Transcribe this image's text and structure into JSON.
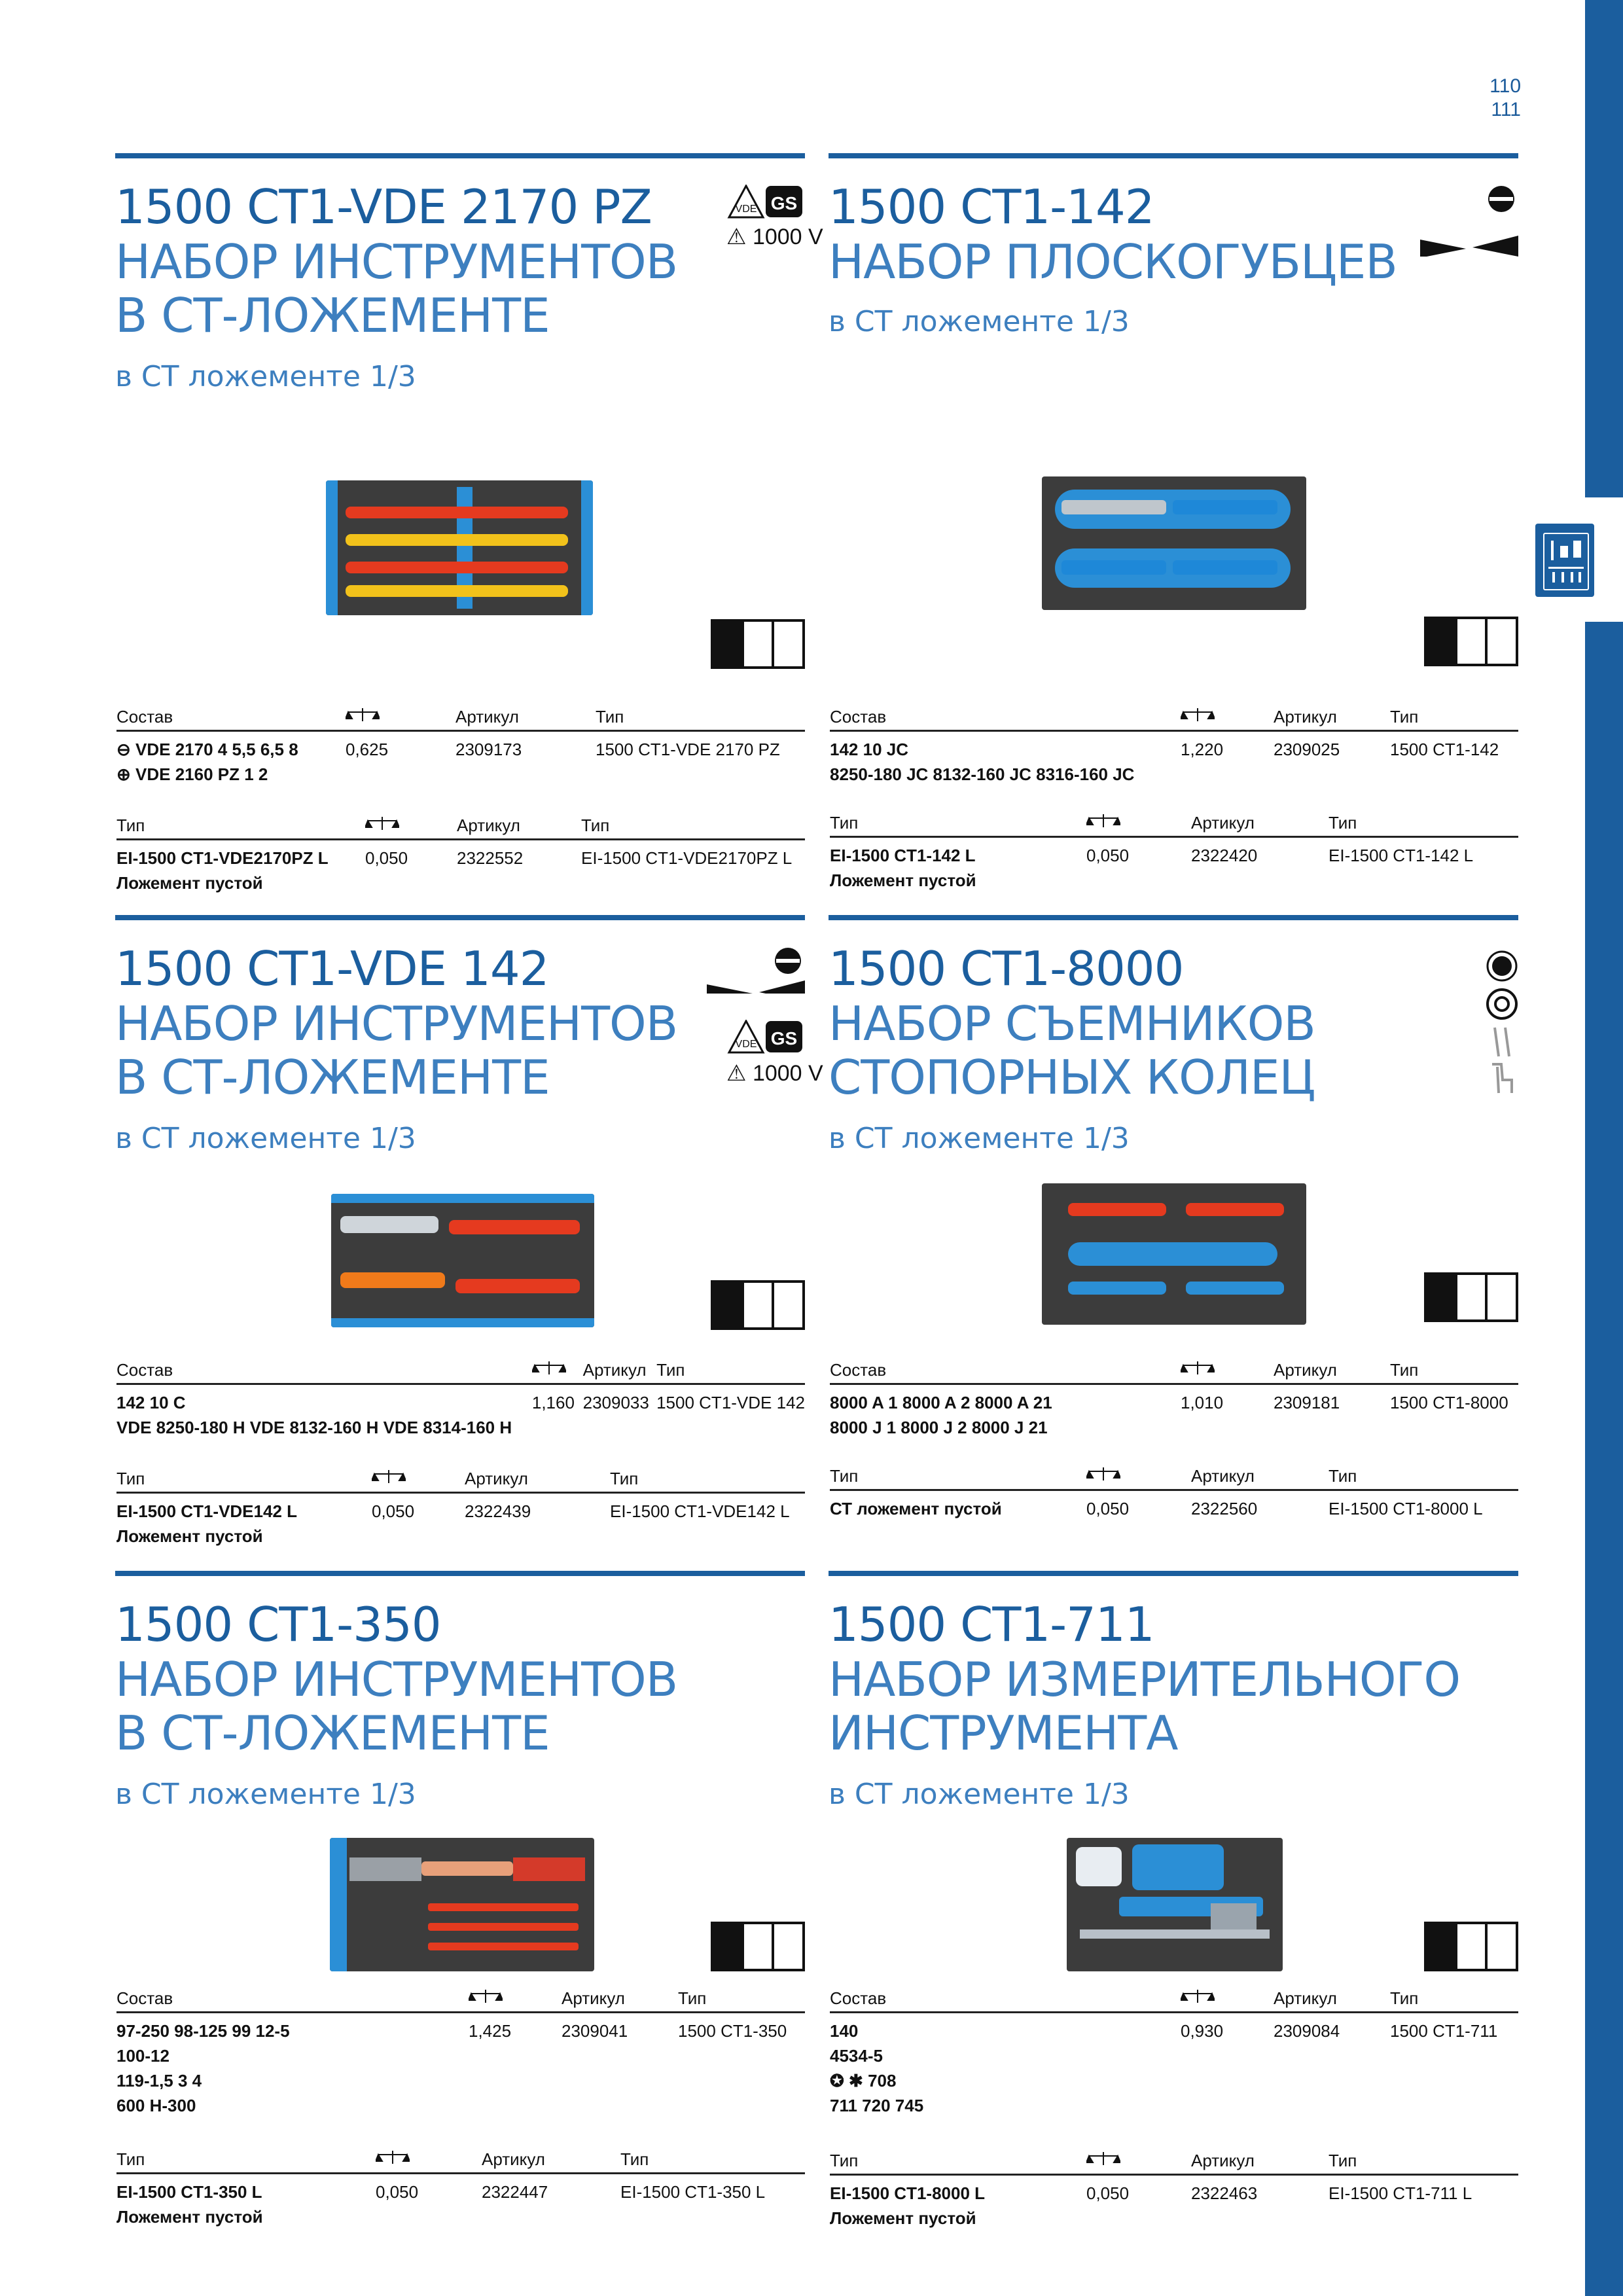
{
  "page": {
    "left_number": "110",
    "right_number": "111"
  },
  "blocks": [
    {
      "code": "1500 CT1-VDE 2170 PZ",
      "title_lines": [
        "НАБОР ИНСТРУМЕНТОВ",
        "В СТ-ЛОЖЕМЕНТЕ"
      ],
      "subtitle": "в СТ ложементе 1/3",
      "voltage": "1000 V",
      "set_table": {
        "headers": [
          "Состав",
          "",
          "Артикул",
          "Тип"
        ],
        "rows": [
          {
            "content": [
              "VDE 2170 4 5,5 6,5 8",
              "VDE 2160 PZ 1 2"
            ],
            "weight": "0,625",
            "article": "2309173",
            "type": "1500 CT1-VDE 2170 PZ"
          }
        ]
      },
      "empty_table": {
        "headers": [
          "Тип",
          "",
          "Артикул",
          "Тип"
        ],
        "rows": [
          {
            "content": [
              "EI-1500 CT1-VDE2170PZ L",
              "Ложемент пустой"
            ],
            "weight": "0,050",
            "article": "2322552",
            "type": "EI-1500 CT1-VDE2170PZ L"
          }
        ]
      }
    },
    {
      "code": "1500 CT1-142",
      "title_lines": [
        "НАБОР ПЛОСКОГУБЦЕВ"
      ],
      "subtitle": "в СТ ложементе 1/3",
      "set_table": {
        "headers": [
          "Состав",
          "",
          "Артикул",
          "Тип"
        ],
        "rows": [
          {
            "content": [
              "142 10 JC",
              "8250-180 JC   8132-160 JC   8316-160 JC"
            ],
            "weight": "1,220",
            "article": "2309025",
            "type": "1500 CT1-142"
          }
        ]
      },
      "empty_table": {
        "headers": [
          "Тип",
          "",
          "Артикул",
          "Тип"
        ],
        "rows": [
          {
            "content": [
              "EI-1500 CT1-142 L",
              "Ложемент пустой"
            ],
            "weight": "0,050",
            "article": "2322420",
            "type": "EI-1500 CT1-142 L"
          }
        ]
      }
    },
    {
      "code": "1500 CT1-VDE 142",
      "title_lines": [
        "НАБОР ИНСТРУМЕНТОВ",
        "В СТ-ЛОЖЕМЕНТЕ"
      ],
      "subtitle": "в СТ ложементе 1/3",
      "voltage": "1000 V",
      "set_table": {
        "headers": [
          "Состав",
          "",
          "Артикул",
          "Тип"
        ],
        "rows": [
          {
            "content": [
              "142 10 C",
              "VDE 8250-180 H   VDE 8132-160 H   VDE 8314-160 H"
            ],
            "weight": "1,160",
            "article": "2309033",
            "type": "1500 CT1-VDE 142"
          }
        ]
      },
      "empty_table": {
        "headers": [
          "Тип",
          "",
          "Артикул",
          "Тип"
        ],
        "rows": [
          {
            "content": [
              "EI-1500 CT1-VDE142 L",
              "Ложемент пустой"
            ],
            "weight": "0,050",
            "article": "2322439",
            "type": "EI-1500 CT1-VDE142 L"
          }
        ]
      }
    },
    {
      "code": "1500 CT1-8000",
      "title_lines": [
        "НАБОР СЪЕМНИКОВ",
        "СТОПОРНЫХ КОЛЕЦ"
      ],
      "subtitle": "в СТ ложементе 1/3",
      "set_table": {
        "headers": [
          "Состав",
          "",
          "Артикул",
          "Тип"
        ],
        "rows": [
          {
            "content": [
              "8000 A 1   8000 A 2   8000 A 21",
              "8000 J 1   8000 J 2   8000 J 21"
            ],
            "weight": "1,010",
            "article": "2309181",
            "type": "1500 CT1-8000"
          }
        ]
      },
      "empty_table": {
        "headers": [
          "Тип",
          "",
          "Артикул",
          "Тип"
        ],
        "rows": [
          {
            "content": [
              "СТ ложемент пустой"
            ],
            "weight": "0,050",
            "article": "2322560",
            "type": "EI-1500 CT1-8000 L"
          }
        ]
      }
    },
    {
      "code": "1500 CT1-350",
      "title_lines": [
        "НАБОР ИНСТРУМЕНТОВ",
        "В СТ-ЛОЖЕМЕНТЕ"
      ],
      "subtitle": "в СТ ложементе 1/3",
      "set_table": {
        "headers": [
          "Состав",
          "",
          "Артикул",
          "Тип"
        ],
        "rows": [
          {
            "content": [
              "97-250   98-125   99 12-5",
              "100-12",
              "119-1,5 3 4",
              "600 H-300"
            ],
            "weight": "1,425",
            "article": "2309041",
            "type": "1500 CT1-350"
          }
        ]
      },
      "empty_table": {
        "headers": [
          "Тип",
          "",
          "Артикул",
          "Тип"
        ],
        "rows": [
          {
            "content": [
              "EI-1500 CT1-350 L",
              "Ложемент пустой"
            ],
            "weight": "0,050",
            "article": "2322447",
            "type": "EI-1500 CT1-350 L"
          }
        ]
      }
    },
    {
      "code": "1500 CT1-711",
      "title_lines": [
        "НАБОР ИЗМЕРИТЕЛЬНОГО",
        "ИНСТРУМЕНТА"
      ],
      "subtitle": "в СТ ложементе 1/3",
      "set_table": {
        "headers": [
          "Состав",
          "",
          "Артикул",
          "Тип"
        ],
        "rows": [
          {
            "content": [
              "140",
              "4534-5",
              "708",
              "711   720   745"
            ],
            "weight": "0,930",
            "article": "2309084",
            "type": "1500 CT1-711"
          }
        ]
      },
      "empty_table": {
        "headers": [
          "Тип",
          "",
          "Артикул",
          "Тип"
        ],
        "rows": [
          {
            "content": [
              "EI-1500 CT1-8000 L",
              "Ложемент пустой"
            ],
            "weight": "0,050",
            "article": "2322463",
            "type": "EI-1500 CT1-711 L"
          }
        ]
      }
    }
  ],
  "colors": {
    "brand_blue": "#1b5e9e",
    "title_blue": "#3d7fbf",
    "foam_blue": "#2b8fd6"
  }
}
